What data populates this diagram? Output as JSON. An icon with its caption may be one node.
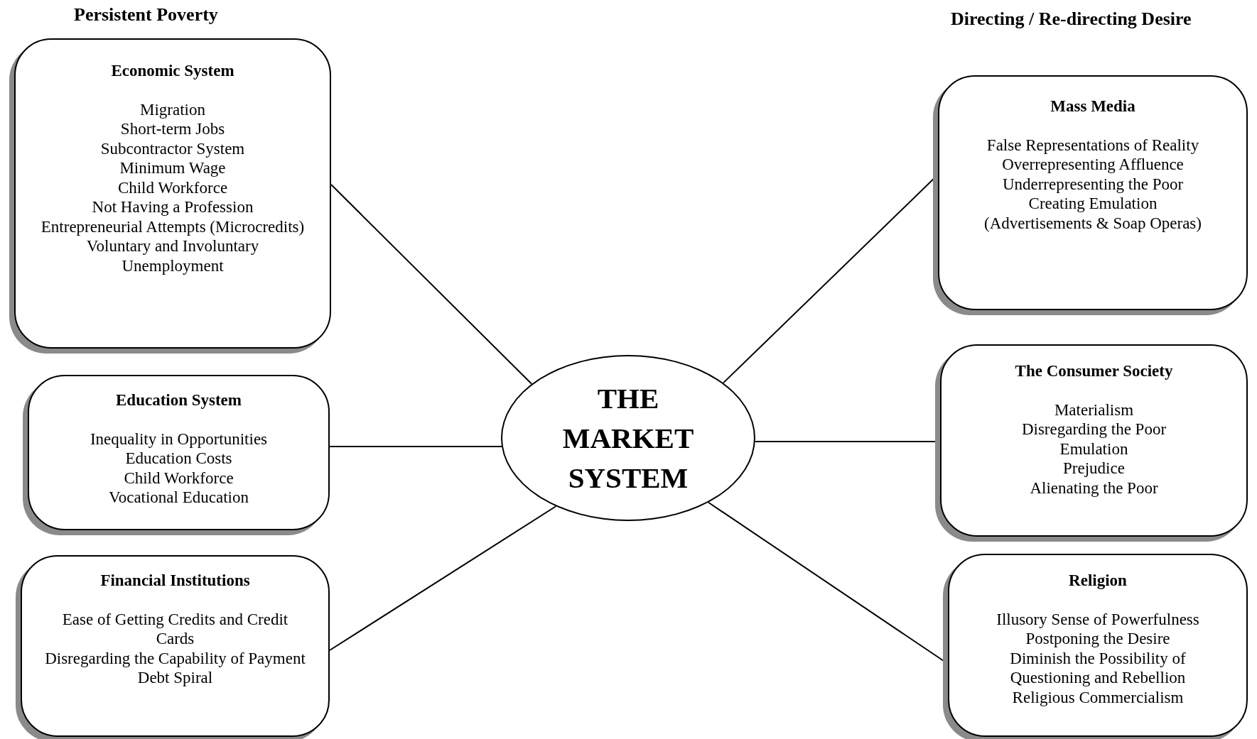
{
  "diagram": {
    "nodes": [
      {
        "text": [
          "Economic System",
          "Migration",
          "Short-term Jobs",
          "Subcontractor System",
          "Minimum Wage",
          "Child Workforce",
          "Not Having a Profession",
          "Entrepreneurial Attempts (Microcredits)",
          "Voluntary and Involuntary Unemployment"
        ]
      },
      {
        "text": [
          "Education System",
          "Inequality in Opportunities",
          "Education Costs",
          "Child Workforce",
          "Vocational Education"
        ]
      },
      {
        "text": [
          "Financial Institutions",
          "Ease of Getting Credits and Credit Cards",
          "Disregarding the Capability of Payment",
          "Debt Spiral"
        ]
      },
      {
        "text": [
          "THE MARKET SYSTEM"
        ]
      },
      {
        "text": [
          "Mass Media",
          "False Representations of Reality",
          "Overrepresenting Affluence",
          "Underrepresenting the Poor",
          "Creating Emulation",
          "(Advertisements & Soap Operas)"
        ]
      },
      {
        "text": [
          "The Consumer Society",
          "Materialism",
          "Disregarding the Poor",
          "Emulation",
          "Prejudice",
          "Alienating the Poor"
        ]
      },
      {
        "text": [
          "Religion",
          "Illusory Sense of Powerfulness",
          "Postponing the Desire",
          "Diminish the Possibility of Questioning and Rebellion",
          "Religious Commercialism"
        ]
      }
    ],
    "edges": [
      {
        "from": 3,
        "to": 0,
        "arrow": "none"
      },
      {
        "from": 3,
        "to": 1,
        "arrow": "none"
      },
      {
        "from": 3,
        "to": 2,
        "arrow": "none"
      },
      {
        "from": 3,
        "to": 4,
        "arrow": "none"
      },
      {
        "from": 3,
        "to": 5,
        "arrow": "none"
      },
      {
        "from": 3,
        "to": 6,
        "arrow": "none"
      }
    ],
    "labels": [
      "Persistent Poverty",
      "Directing / Re-directing Desire"
    ]
  }
}
